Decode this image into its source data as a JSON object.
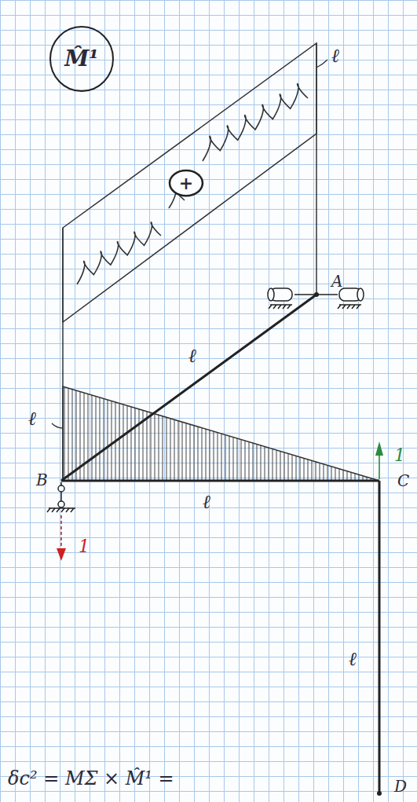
{
  "diagram": {
    "nodes": [
      {
        "text": [
          "M̂¹"
        ]
      },
      {
        "text": [
          "+"
        ]
      }
    ],
    "labels": [
      "ℓ",
      "A",
      "ℓ",
      "ℓ",
      "B",
      "ℓ",
      "1",
      "C",
      "1",
      "ℓ",
      "D",
      "δc² = MΣ × M̂¹ ="
    ]
  }
}
